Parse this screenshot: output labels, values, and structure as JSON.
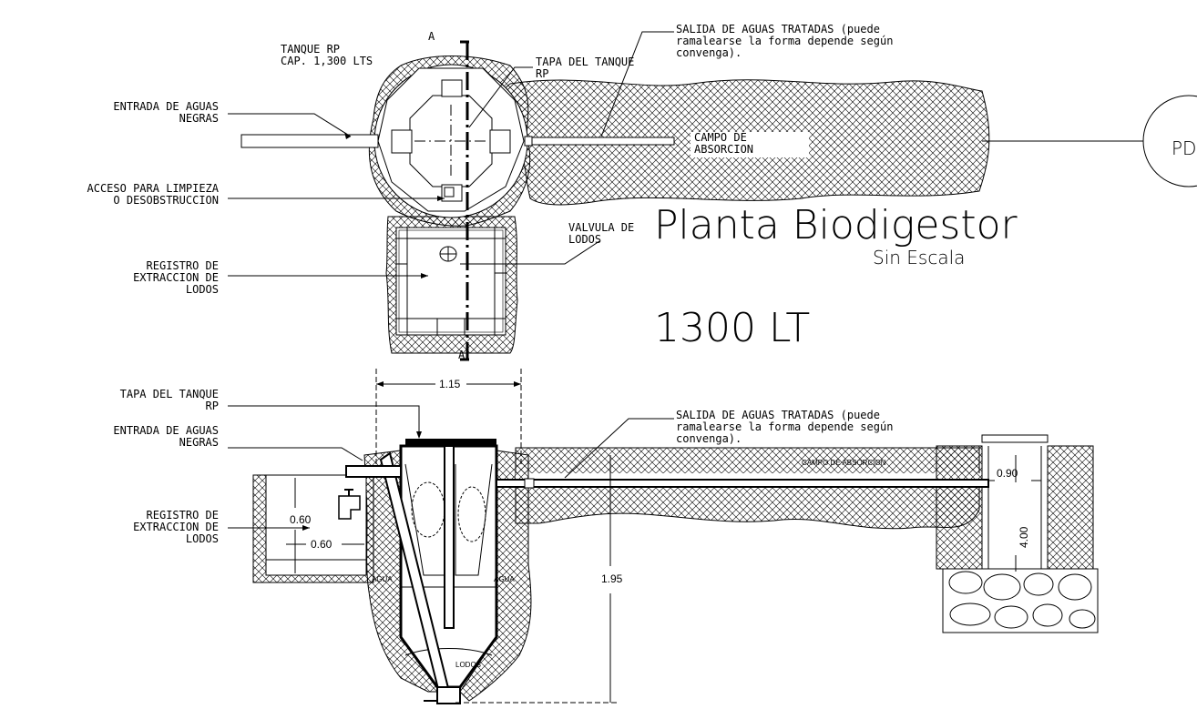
{
  "plan": {
    "section_mark_top": "A",
    "section_mark_bottom": "A",
    "tank_title_line1": "TANQUE RP",
    "tank_title_line2": "CAP. 1,300 LTS",
    "entrada_line1": "ENTRADA DE AGUAS",
    "entrada_line2": "NEGRAS",
    "acceso_line1": "ACCESO PARA LIMPIEZA",
    "acceso_line2": "O DESOBSTRUCCION",
    "registro_line1": "REGISTRO DE",
    "registro_line2": "EXTRACCION DE",
    "registro_line3": "LODOS",
    "tapa_line1": "TAPA DEL TANQUE",
    "tapa_line2": "RP",
    "salida_line1": "SALIDA DE AGUAS TRATADAS (puede",
    "salida_line2": "ramalearse la forma depende según",
    "salida_line3": "convenga).",
    "campo_line1": "CAMPO DE",
    "campo_line2": "ABSORCION",
    "valvula_line1": "VALVULA DE",
    "valvula_line2": "LODOS",
    "circle_label": "PD"
  },
  "title": {
    "main": "Planta Biodigestor",
    "scale": "Sin Escala",
    "capacity": "1300 LT"
  },
  "section": {
    "tapa_line1": "TAPA DEL TANQUE",
    "tapa_line2": "RP",
    "entrada_line1": "ENTRADA DE AGUAS",
    "entrada_line2": "NEGRAS",
    "registro_line1": "REGISTRO DE",
    "registro_line2": "EXTRACCION DE",
    "registro_line3": "LODOS",
    "salida_line1": "SALIDA DE AGUAS TRATADAS (puede",
    "salida_line2": "ramalearse la forma depende según",
    "salida_line3": "convenga).",
    "campo": "CAMPO DE ABSORCION",
    "agua_left": "AGUA",
    "agua_right": "AGUA",
    "lodos": "LODOS",
    "dim_width": "1.15",
    "dim_height": "1.95",
    "dim_reg_h": "0.60",
    "dim_reg_w": "0.60",
    "dim_pit_w": "0.90",
    "dim_pit_d": "4.00"
  },
  "colors": {
    "ink": "#000000",
    "paper": "#ffffff"
  }
}
